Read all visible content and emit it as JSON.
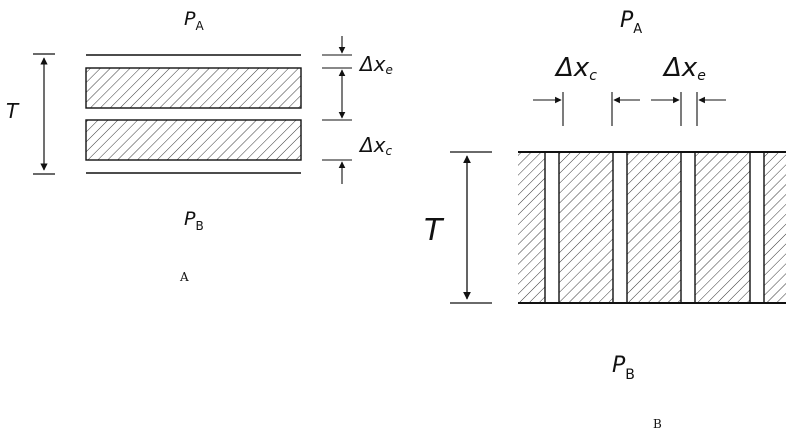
{
  "figure_a": {
    "top_label": {
      "main": "P",
      "sub": "A"
    },
    "bottom_label": {
      "main": "P",
      "sub": "B"
    },
    "thickness_label": "T",
    "dim_label_e": {
      "main": "Δx",
      "sub": "e"
    },
    "dim_label_c": {
      "main": "Δx",
      "sub": "c"
    },
    "caption": "A"
  },
  "figure_b": {
    "top_label": {
      "main": "P",
      "sub": "A"
    },
    "bottom_label": {
      "main": "P",
      "sub": "B"
    },
    "thickness_label": "T",
    "dim_label_c": {
      "main": "Δx",
      "sub": "c"
    },
    "dim_label_e": {
      "main": "Δx",
      "sub": "e"
    },
    "caption": "B"
  }
}
